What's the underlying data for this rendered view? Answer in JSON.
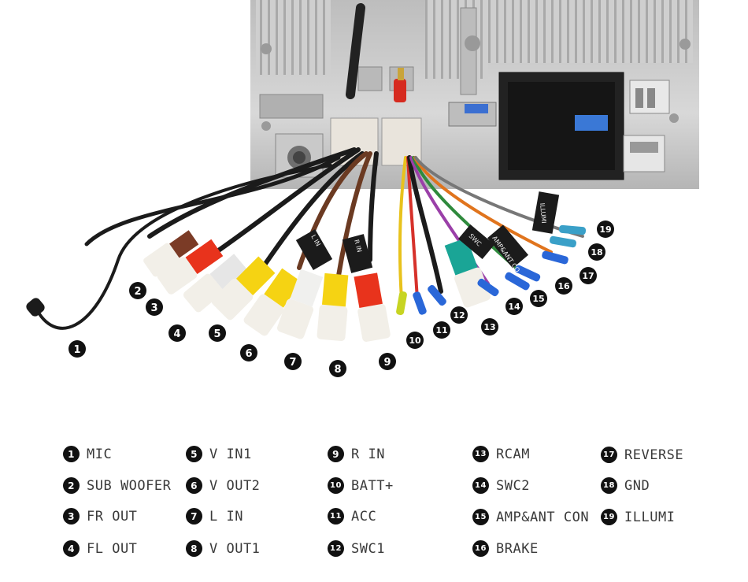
{
  "callouts": [
    "1",
    "2",
    "3",
    "4",
    "5",
    "6",
    "7",
    "8",
    "9",
    "10",
    "11",
    "12",
    "13",
    "14",
    "15",
    "16",
    "17",
    "18",
    "19"
  ],
  "cable_tags": [
    "ILLUMI",
    "AMP&ANT CO",
    "SWC",
    "L IN",
    "R IN"
  ],
  "legend": [
    {
      "num": "1",
      "label": "MIC"
    },
    {
      "num": "2",
      "label": "SUB WOOFER"
    },
    {
      "num": "3",
      "label": "FR OUT"
    },
    {
      "num": "4",
      "label": "FL OUT"
    },
    {
      "num": "5",
      "label": "V IN1"
    },
    {
      "num": "6",
      "label": "V OUT2"
    },
    {
      "num": "7",
      "label": "L IN"
    },
    {
      "num": "8",
      "label": "V OUT1"
    },
    {
      "num": "9",
      "label": "R IN"
    },
    {
      "num": "10",
      "label": "BATT+"
    },
    {
      "num": "11",
      "label": "ACC"
    },
    {
      "num": "12",
      "label": "SWC1"
    },
    {
      "num": "13",
      "label": "RCAM"
    },
    {
      "num": "14",
      "label": "SWC2"
    },
    {
      "num": "15",
      "label": "AMP&ANT CON"
    },
    {
      "num": "16",
      "label": "BRAKE"
    },
    {
      "num": "17",
      "label": "REVERSE"
    },
    {
      "num": "18",
      "label": "GND"
    },
    {
      "num": "19",
      "label": "ILLUMI"
    }
  ],
  "colors": {
    "chassis": "#d9d9d9",
    "wire_black": "#1b1b1b",
    "rca_red": "#e8331c",
    "rca_yellow": "#f5d313",
    "rca_white": "#f0f0ee",
    "rca_teal": "#1aa596",
    "pin_blue": "#2a67d8",
    "wire_orange": "#e0741d",
    "wire_brown": "#6b3a22"
  }
}
